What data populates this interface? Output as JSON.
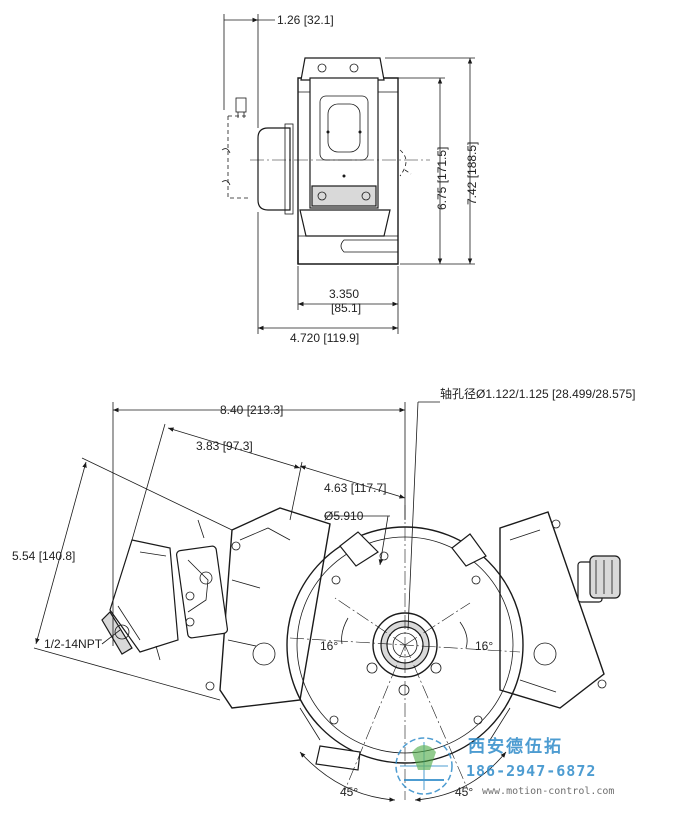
{
  "dimensions": {
    "top_offset": "1.26 [32.1]",
    "height_inner": "6.75 [171.5]",
    "height_outer": "7.42 [188.5]",
    "width_inner_in": "3.350",
    "width_inner_mm": "[85.1]",
    "width_outer": "4.720 [119.9]",
    "overall_width": "8.40 [213.3]",
    "shaft_bore": "轴孔径Ø1.122/1.125 [28.499/28.575]",
    "dim_a": "3.83 [97.3]",
    "dim_b": "4.63 [117.7]",
    "diameter": "Ø5.910",
    "left_height": "5.54 [140.8]",
    "conduit": "1/2-14NPT",
    "angle_left": "16°",
    "angle_right": "16°",
    "bottom_angle_left": "45°",
    "bottom_angle_right": "45°"
  },
  "watermark": {
    "company": "西安德伍拓",
    "phone": "186-2947-6872",
    "url": "www.motion-control.com"
  },
  "colors": {
    "line": "#1a1a1a",
    "watermark": "#2e8bc9",
    "watermark_accent": "#4aa843"
  }
}
